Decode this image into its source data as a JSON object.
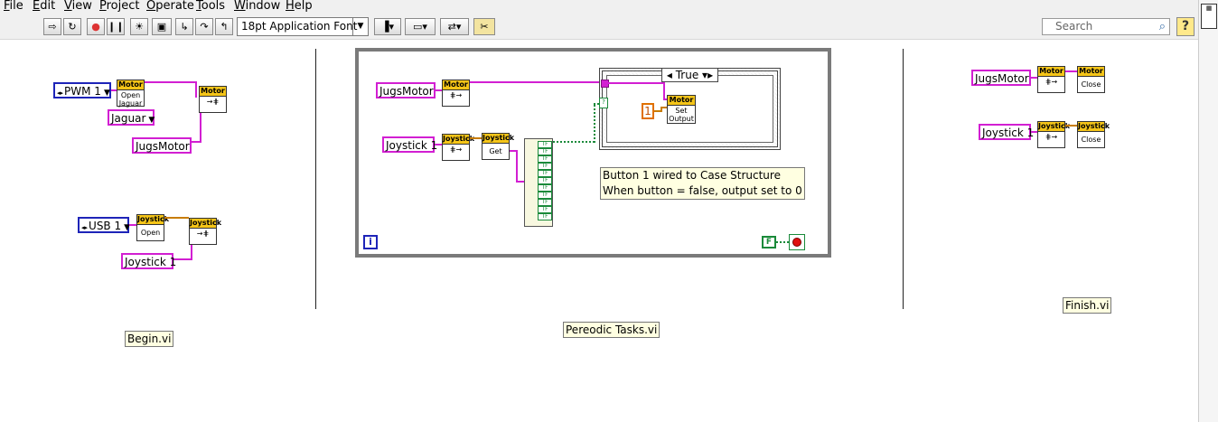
{
  "menu": [
    "File",
    "Edit",
    "View",
    "Project",
    "Operate",
    "Tools",
    "Window",
    "Help"
  ],
  "toolbar": {
    "font_select": "18pt Application Font",
    "search_placeholder": "Search",
    "help_label": "?"
  },
  "begin": {
    "pwm": "PWM 1",
    "motor_open_hdr": "Motor",
    "motor_open_body": "Open Jaguar",
    "jaguar": "Jaguar",
    "motor_ref_hdr": "Motor",
    "jugs_motor": "JugsMotor",
    "usb": "USB 1",
    "joy_open_hdr": "Joystick",
    "joy_open_body": "Open",
    "joy_ref_hdr": "Joystick",
    "joystick": "Joystick 1",
    "label": "Begin.vi"
  },
  "periodic": {
    "jugs_motor": "JugsMotor",
    "motor_ref_hdr": "Motor",
    "joystick": "Joystick 1",
    "joy_ref_hdr": "Joystick",
    "joy_get_hdr": "Joystick",
    "joy_get_body": "Get",
    "case_value": "True",
    "const_one": "1",
    "set_output_hdr": "Motor",
    "set_output_body": "Set Output",
    "comment_line1": "Button 1 wired to Case Structure",
    "comment_line2": "When button = false, output set to 0",
    "iteration": "i",
    "false_const": "F",
    "label": "Pereodic Tasks.vi"
  },
  "finish": {
    "jugs_motor": "JugsMotor",
    "motor_ref_hdr": "Motor",
    "motor_close_hdr": "Motor",
    "motor_close_body": "Close",
    "joystick": "Joystick 1",
    "joy_ref_hdr": "Joystick",
    "joy_close_hdr": "Joystick",
    "joy_close_body": "Close",
    "label": "Finish.vi"
  }
}
